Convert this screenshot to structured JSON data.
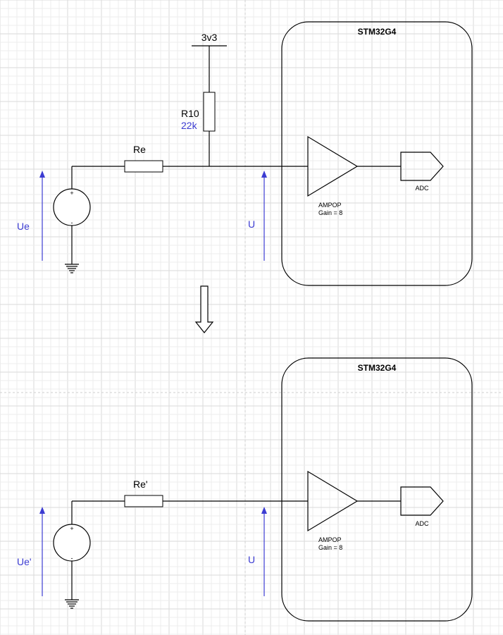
{
  "top": {
    "supply_label": "3v3",
    "pullup_name": "R10",
    "pullup_value": "22k",
    "series_resistor": "Re",
    "source_voltage": "Ue",
    "measured_voltage": "U",
    "mcu_label": "STM32G4",
    "amp_label": "AMPOP",
    "amp_gain": "Gain = 8",
    "adc_label": "ADC",
    "plus_sign": "+",
    "minus_sign": "-"
  },
  "bottom": {
    "series_resistor": "Re'",
    "source_voltage": "Ue'",
    "measured_voltage": "U",
    "mcu_label": "STM32G4",
    "amp_label": "AMPOP",
    "amp_gain": "Gain = 8",
    "adc_label": "ADC",
    "plus_sign": "+",
    "minus_sign": "-"
  },
  "colors": {
    "annotation": "#3c3cd2",
    "line": "#000000",
    "grid": "#ececec"
  }
}
